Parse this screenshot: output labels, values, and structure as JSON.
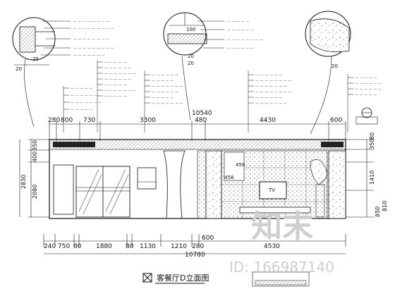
{
  "drawing": {
    "title": "客餐厅D立面图",
    "overall_width": "10780",
    "overall_height": "2830",
    "top_total": "10540",
    "top_dims": [
      "280",
      "800",
      "730",
      "3300",
      "480",
      "4430",
      "600"
    ],
    "bottom_dims": [
      "240",
      "750",
      "80",
      "1880",
      "80",
      "1130",
      "1210",
      "280",
      "4530"
    ],
    "bottom_extra": "600",
    "left_dims": [
      "350",
      "400",
      "2080"
    ],
    "right_dims": [
      "1410",
      "350",
      "80",
      "850",
      "810"
    ],
    "detail_dims": {
      "d1_a": "20",
      "d1_b": "25",
      "d2_a": "100",
      "d2_b": "20",
      "d2_c": "20",
      "d3": "20"
    },
    "tv_label": "TV",
    "area_label": "458",
    "panel_label": "458"
  },
  "watermark": {
    "logo_text": "知末",
    "id_text": "ID: 166987140"
  }
}
